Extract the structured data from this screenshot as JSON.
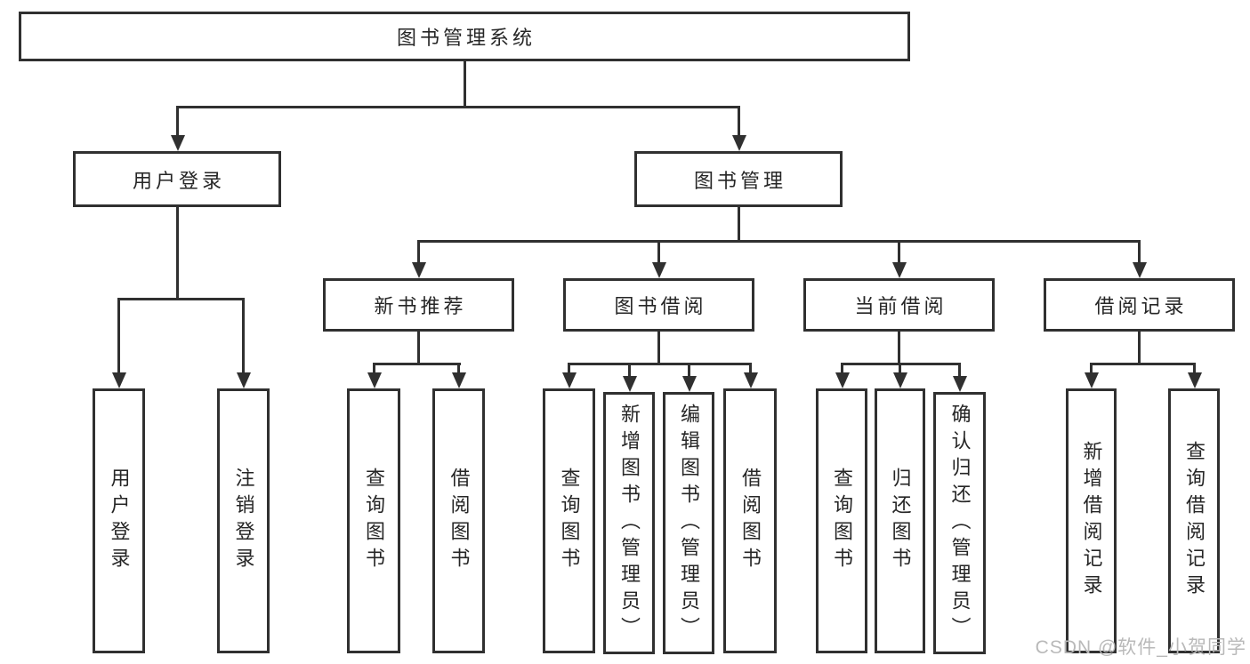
{
  "diagram": {
    "root": {
      "label": "图书管理系统"
    },
    "level1": [
      {
        "id": "user-login",
        "label": "用户登录"
      },
      {
        "id": "book-management",
        "label": "图书管理"
      }
    ],
    "level2": [
      {
        "id": "new-book-recommend",
        "parent": "图书管理",
        "label": "新书推荐"
      },
      {
        "id": "book-borrow",
        "parent": "图书管理",
        "label": "图书借阅"
      },
      {
        "id": "current-borrow",
        "parent": "图书管理",
        "label": "当前借阅"
      },
      {
        "id": "borrow-record",
        "parent": "图书管理",
        "label": "借阅记录"
      }
    ],
    "level3": [
      {
        "parent": "用户登录",
        "label": "用户登录"
      },
      {
        "parent": "用户登录",
        "label": "注销登录"
      },
      {
        "parent": "新书推荐",
        "label": "查询图书"
      },
      {
        "parent": "新书推荐",
        "label": "借阅图书"
      },
      {
        "parent": "图书借阅",
        "label": "查询图书"
      },
      {
        "parent": "图书借阅",
        "label": "新增图书（管理员）"
      },
      {
        "parent": "图书借阅",
        "label": "编辑图书（管理员）"
      },
      {
        "parent": "图书借阅",
        "label": "借阅图书"
      },
      {
        "parent": "当前借阅",
        "label": "查询图书"
      },
      {
        "parent": "当前借阅",
        "label": "归还图书"
      },
      {
        "parent": "当前借阅",
        "label": "确认归还（管理员）"
      },
      {
        "parent": "借阅记录",
        "label": "新增借阅记录"
      },
      {
        "parent": "借阅记录",
        "label": "查询借阅记录"
      }
    ],
    "colors": {
      "line": "#303030",
      "text": "#262626",
      "background": "#ffffff",
      "watermark": "#b9b9b9"
    }
  },
  "watermark": {
    "text": "CSDN @软件_小贺同学"
  }
}
